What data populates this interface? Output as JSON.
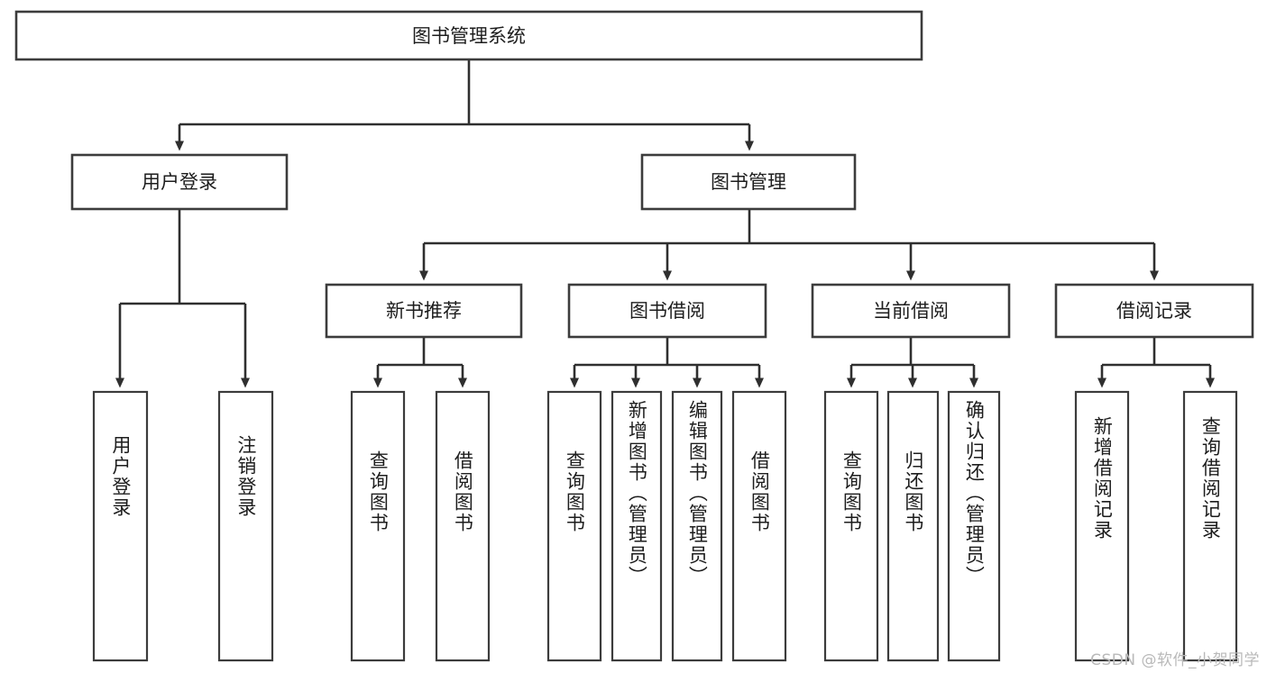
{
  "diagram": {
    "title": "图书管理系统",
    "type": "tree",
    "root": {
      "id": "root",
      "label": "图书管理系统"
    },
    "level2": [
      {
        "id": "user-login",
        "label": "用户登录"
      },
      {
        "id": "book-manage",
        "label": "图书管理"
      }
    ],
    "level3": [
      {
        "id": "new-book-recommend",
        "label": "新书推荐",
        "parent": "book-manage"
      },
      {
        "id": "book-borrow",
        "label": "图书借阅",
        "parent": "book-manage"
      },
      {
        "id": "current-borrow",
        "label": "当前借阅",
        "parent": "book-manage"
      },
      {
        "id": "borrow-record",
        "label": "借阅记录",
        "parent": "book-manage"
      }
    ],
    "leaves": [
      {
        "id": "leaf-user-login",
        "label": "用户登录",
        "parent": "user-login"
      },
      {
        "id": "leaf-logout",
        "label": "注销登录",
        "parent": "user-login"
      },
      {
        "id": "leaf-query-book-1",
        "label": "查询图书",
        "parent": "new-book-recommend"
      },
      {
        "id": "leaf-borrow-book-1",
        "label": "借阅图书",
        "parent": "new-book-recommend"
      },
      {
        "id": "leaf-query-book-2",
        "label": "查询图书",
        "parent": "book-borrow"
      },
      {
        "id": "leaf-add-book",
        "label": "新增图书（管理员）",
        "parent": "book-borrow"
      },
      {
        "id": "leaf-edit-book",
        "label": "编辑图书（管理员）",
        "parent": "book-borrow"
      },
      {
        "id": "leaf-borrow-book-2",
        "label": "借阅图书",
        "parent": "book-borrow"
      },
      {
        "id": "leaf-query-book-3",
        "label": "查询图书",
        "parent": "current-borrow"
      },
      {
        "id": "leaf-return-book",
        "label": "归还图书",
        "parent": "current-borrow"
      },
      {
        "id": "leaf-confirm-return",
        "label": "确认归还（管理员）",
        "parent": "current-borrow"
      },
      {
        "id": "leaf-add-record",
        "label": "新增借阅记录",
        "parent": "borrow-record"
      },
      {
        "id": "leaf-query-record",
        "label": "查询借阅记录",
        "parent": "borrow-record"
      }
    ],
    "colors": {
      "box_border": "#3c3c3c",
      "connector": "#2f2f2f",
      "text": "#1d1d1d",
      "background": "#ffffff",
      "watermark": "#b9b9b9"
    }
  },
  "watermark": {
    "text": "CSDN @软件_小贺同学"
  }
}
